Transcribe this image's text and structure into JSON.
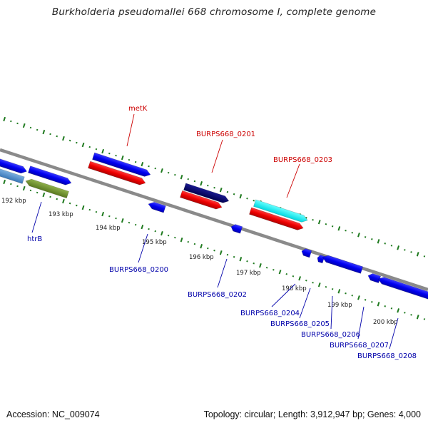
{
  "title": "Burkholderia pseudomallei 668 chromosome I, complete genome",
  "footer": {
    "accession": "Accession: NC_009074",
    "topology": "Topology: circular; Length: 3,912,947 bp; Genes: 4,000"
  },
  "scale_labels": [
    {
      "name": "tick-192",
      "text": "192 kbp"
    },
    {
      "name": "tick-193",
      "text": "193 kbp"
    },
    {
      "name": "tick-194",
      "text": "194 kbp"
    },
    {
      "name": "tick-195",
      "text": "195 kbp"
    },
    {
      "name": "tick-196",
      "text": "196 kbp"
    },
    {
      "name": "tick-197",
      "text": "197 kbp"
    },
    {
      "name": "tick-198",
      "text": "198 kbp"
    },
    {
      "name": "tick-199",
      "text": "199 kbp"
    },
    {
      "name": "tick-200",
      "text": "200 kbp"
    }
  ],
  "forward_labels": [
    {
      "name": "label-metk",
      "text": "metK"
    },
    {
      "name": "label-burps668-0201",
      "text": "BURPS668_0201"
    },
    {
      "name": "label-burps668-0203",
      "text": "BURPS668_0203"
    }
  ],
  "reverse_labels": [
    {
      "name": "label-htrb",
      "text": "htrB"
    },
    {
      "name": "label-burps668-0200",
      "text": "BURPS668_0200"
    },
    {
      "name": "label-burps668-0202",
      "text": "BURPS668_0202"
    },
    {
      "name": "label-burps668-0204",
      "text": "BURPS668_0204"
    },
    {
      "name": "label-burps668-0205",
      "text": "BURPS668_0205"
    },
    {
      "name": "label-burps668-0206",
      "text": "BURPS668_0206"
    },
    {
      "name": "label-burps668-0207",
      "text": "BURPS668_0207"
    },
    {
      "name": "label-burps668-0208",
      "text": "BURPS668_0208"
    }
  ],
  "colors": {
    "backbone": "#8a8a8a",
    "forward_cds": "#0000ee",
    "forward_rna": "#ee0000",
    "reverse_cds": "#0000ee",
    "gc_dots": "#1f7a1f",
    "label_forward": "#cc0000",
    "label_reverse": "#0000aa"
  }
}
